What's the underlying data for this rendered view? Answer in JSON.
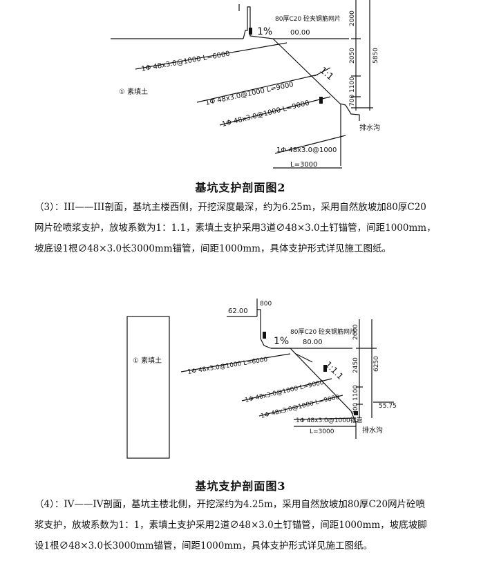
{
  "figure2": {
    "title": "基坑支护剖面图2",
    "labels": {
      "mesh_spec": "80厚C20 砼夹钢筋网片",
      "slope_ratio_top": "1%",
      "ledge_width": "00.00",
      "nail_1": "1Φ 48x3.0@1000  L=6000",
      "nail_2": "1Φ 48x3.0@1000  L=9000",
      "nail_3": "1Φ 48x3.0@1000  L=9000",
      "base_pipe": "1Φ 48x3.0@1000",
      "base_pipe_len": "L=3000",
      "soil": "① 素填土",
      "slope_ratio": "1:1",
      "drain": "排水沟",
      "dim_2000": "2000",
      "dim_2050": "2050",
      "dim_1100": "1100",
      "dim_700": "700",
      "dim_total": "5850"
    }
  },
  "paragraph2": {
    "lines": [
      "（3）：III——III剖面，基坑主楼西侧，开挖深度最深，约为6.25m，采用自然放坡加80厚C20",
      "网片砼喷浆支护，放坡系数为1：1.1，素填土支护采用3道∅48×3.0土钉锚管，间距1000mm，",
      "坡底设1根∅48×3.0长3000mm锚管，间距1000mm，具体支护形式详见施工图纸。"
    ]
  },
  "figure3": {
    "title": "基坑支护剖面图3",
    "labels": {
      "top_width": "62.00",
      "top_dim": "800",
      "mesh_spec": "80厚C20 砼夹钢筋网片",
      "slope_ratio_top": "1%",
      "ledge_width": "80.00",
      "nail_1": "1Φ 48x3.0@1000  L=6000",
      "nail_2": "1Φ 48x3.0@1000  L=9000",
      "nail_3": "1Φ 48x3.0@1000  L=9000",
      "base_pipe": "1Φ 48x3.0@1000锚管",
      "base_pipe_len": "L=3000",
      "soil": "① 素填土",
      "slope_ratio": "1:1.1",
      "drain": "排水沟",
      "dim_2000": "2000",
      "dim_2450": "2450",
      "dim_1100": "1100",
      "dim_700": "700",
      "dim_total": "6250",
      "dim_5575": "55.75"
    }
  },
  "paragraph3": {
    "lines": [
      "（4）：IV——IV剖面，基坑主楼北侧，开挖深约为4.25m，采用自然放坡加80厚C20网片砼喷",
      "浆支护，放坡系数为1：1，素填土支护采用2道∅48×3.0土钉锚管，间距1000mm，坡底坡脚",
      "设1根∅48×3.0长3000mm锚管，间距1000mm，具体支护形式详见施工图纸。"
    ]
  }
}
